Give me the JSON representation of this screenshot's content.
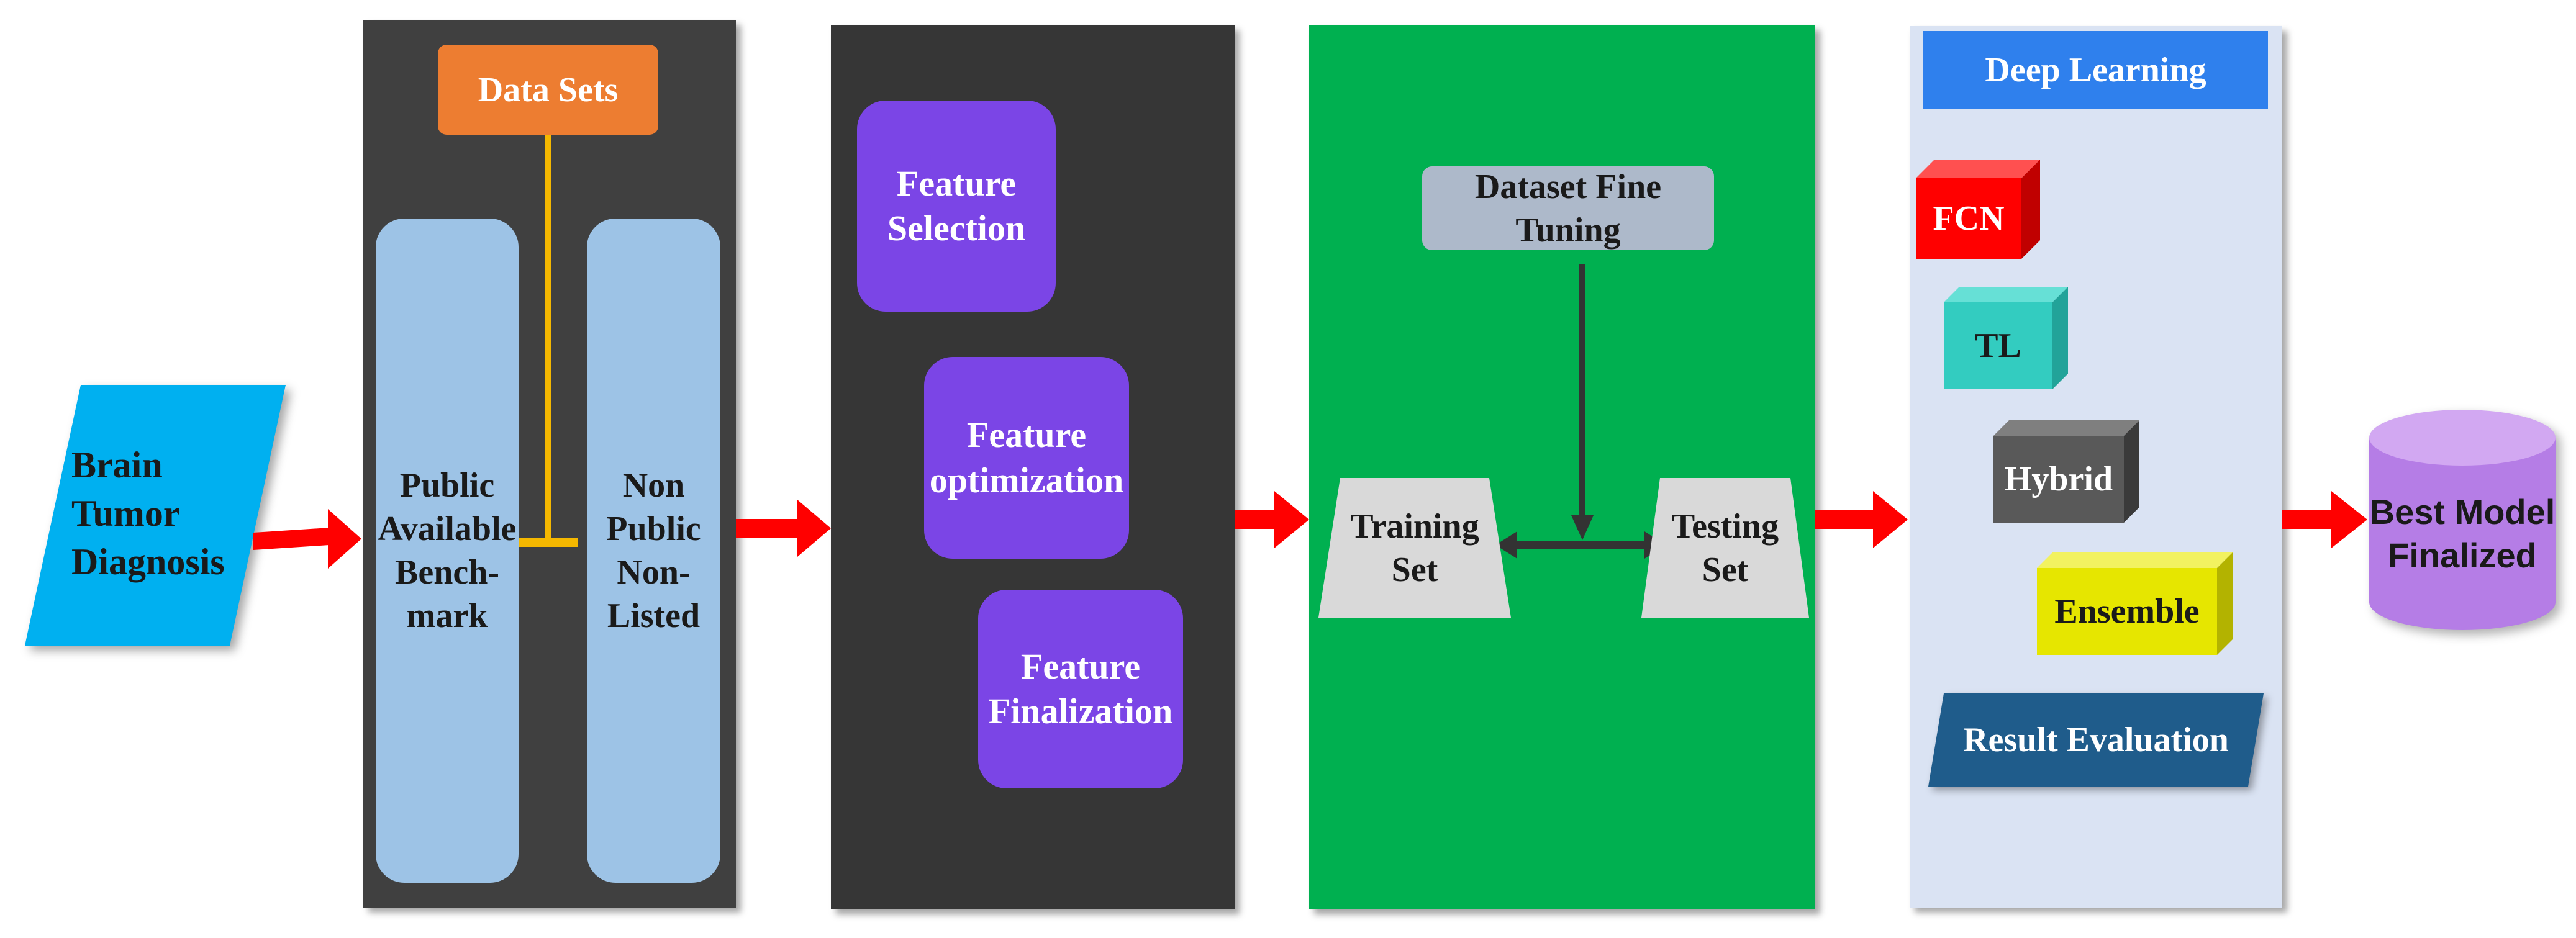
{
  "input": {
    "label": "Brain Tumor Diagnosis",
    "lines": [
      "Brain",
      "Tumor",
      "Diagnosis"
    ]
  },
  "datasets": {
    "header": "Data Sets",
    "left": {
      "lines": [
        "Public",
        "Available",
        "Bench-",
        "mark"
      ]
    },
    "right": {
      "lines": [
        "Non",
        "Public",
        "Non-",
        "Listed"
      ]
    }
  },
  "features": {
    "selection": [
      "Feature",
      "Selection"
    ],
    "optimization": [
      "Feature",
      "optimization"
    ],
    "finalization": [
      "Feature",
      "Finalization"
    ]
  },
  "training": {
    "fine_tuning": "Dataset Fine Tuning",
    "training_set": [
      "Training",
      "Set"
    ],
    "testing_set": [
      "Testing",
      "Set"
    ]
  },
  "deep_learning": {
    "header": "Deep Learning",
    "models": [
      "FCN",
      "TL",
      "Hybrid",
      "Ensemble"
    ],
    "evaluation": "Result Evaluation"
  },
  "output": {
    "lines": [
      "Best Model",
      "Finalized"
    ]
  },
  "colors": {
    "input": "#00b0f0",
    "panel_dark": "#404040",
    "panel_darker": "#363636",
    "dataset_orange": "#ed7d31",
    "column_blue": "#9dc3e6",
    "feature_purple": "#7b45e6",
    "panel_green": "#00b050",
    "fine_tuning_gray": "#adb9ca",
    "set_gray": "#d9d9d9",
    "panel_light": "#dae3f3",
    "header_blue": "#2f80ed",
    "fcn_red": "#ff0000",
    "tl_teal": "#33ccc0",
    "hybrid_gray": "#595959",
    "ensemble_yellow": "#e6e600",
    "eval_blue": "#1f5c8b",
    "cylinder_purple": "#b57de6",
    "arrow_red": "#ff0000"
  }
}
